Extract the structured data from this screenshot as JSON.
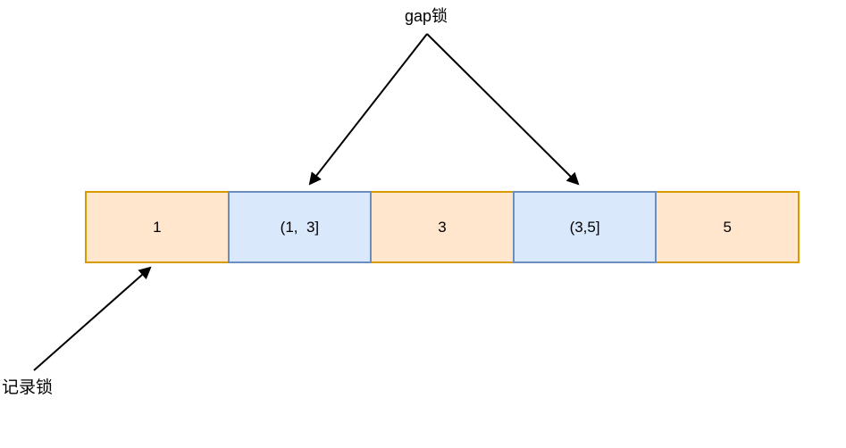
{
  "diagram": {
    "gap_lock_label": "gap锁",
    "record_lock_label": "记录锁",
    "cells": [
      {
        "text": "1",
        "type": "record"
      },
      {
        "text": "(1,  3]",
        "type": "gap"
      },
      {
        "text": "3",
        "type": "record"
      },
      {
        "text": "(3,5]",
        "type": "gap"
      },
      {
        "text": "5",
        "type": "record"
      }
    ],
    "colors": {
      "record-fill": "#ffe6cc",
      "record-border": "#d79b00",
      "gap-fill": "#dae8fc",
      "gap-border": "#6c8ebf",
      "arrow": "#000000",
      "text": "#000000"
    }
  }
}
